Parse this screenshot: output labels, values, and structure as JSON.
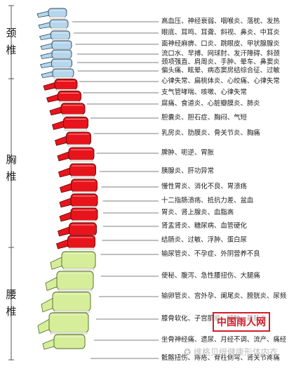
{
  "regions": [
    {
      "label_top": "颈",
      "label_bottom": "椎",
      "color": "#b5d6ec",
      "stroke": "#2d4a63"
    },
    {
      "label_top": "胸",
      "label_bottom": "椎",
      "color": "#e8141c",
      "stroke": "#5a0a0a"
    },
    {
      "label_top": "腰",
      "label_bottom": "椎",
      "color": "#d6ee9a",
      "stroke": "#4f6a23"
    }
  ],
  "items": [
    "高血压、神经衰弱、咽喉炎、落枕、发热",
    "眼底、耳鸣、耳聋、斜视、鼻炎、中耳炎",
    "面神经麻痹、口炎、跳眼皮、甲状腺腺炎",
    "流口水、早搏、网球肘、发汗障碍、斜颈",
    "颈项强直、肩周炎、手肿、晕车、鼻窦炎",
    "偏头痛、眩晕、病态窦房结综合征、过敏",
    "心律失常、扁桃体炎、心绞痛、心律失常",
    "支气管哮喘、咳嗽、心律失常",
    "腐痛、食道炎、心脏瓣膜炎、肺炎",
    "胆囊炎、胆石症、胸闷、气短",
    "乳房炎、肋膜炎、骨关节炎、胸痛",
    "脾肿、呃逆、胃胀",
    "胰腺炎、肝功异常",
    "慢性胃炎、消化不良、胃溃疡",
    "十二指肠溃疡、抵抗力差、盆血",
    "胃炎、肾上腺炎、血脂高",
    "肾盂肾炎、糖尿病、血管硬化",
    "结肠炎、过敏、浮肿、蛋白尿",
    "输尿管炎、不孕症、外阴营养不良",
    "便秘、腹泻、急性腰扭伤、大腿痛",
    "输卵管炎、宫外孕、阑尾炎、膀胱炎、尿频",
    "膝骨软化、子宫肌瘤、腿肿、静脉炎",
    "坐骨神经痛、遗尿、月经不调、流产、痛经",
    "骶髂扭伤、痔疮、脊柱侧弯、肾关节疼痛"
  ],
  "watermark_text": "维格贝缇健康形体内衣",
  "stamp_text": "中国雨人网"
}
